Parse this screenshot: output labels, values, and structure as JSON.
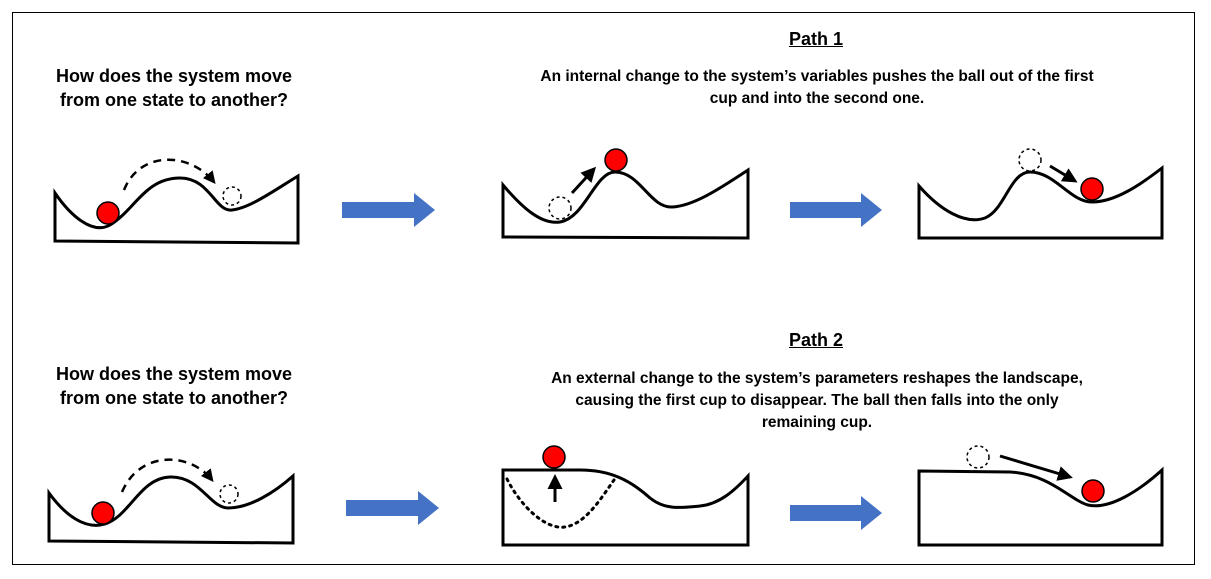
{
  "question_top": "How does the system move from one state to another?",
  "question_bottom": "How does the system move from one state to another?",
  "path1": {
    "title": "Path 1",
    "description": "An internal change to the system’s variables pushes the ball out of the first cup and into the second one."
  },
  "path2": {
    "title": "Path 2",
    "description": "An external change to the system’s parameters reshapes the landscape, causing the first cup to disappear. The ball then falls into the only remaining cup."
  },
  "colors": {
    "ball": "#ff0000",
    "arrow_block": "#4472c4",
    "line": "#000000"
  }
}
